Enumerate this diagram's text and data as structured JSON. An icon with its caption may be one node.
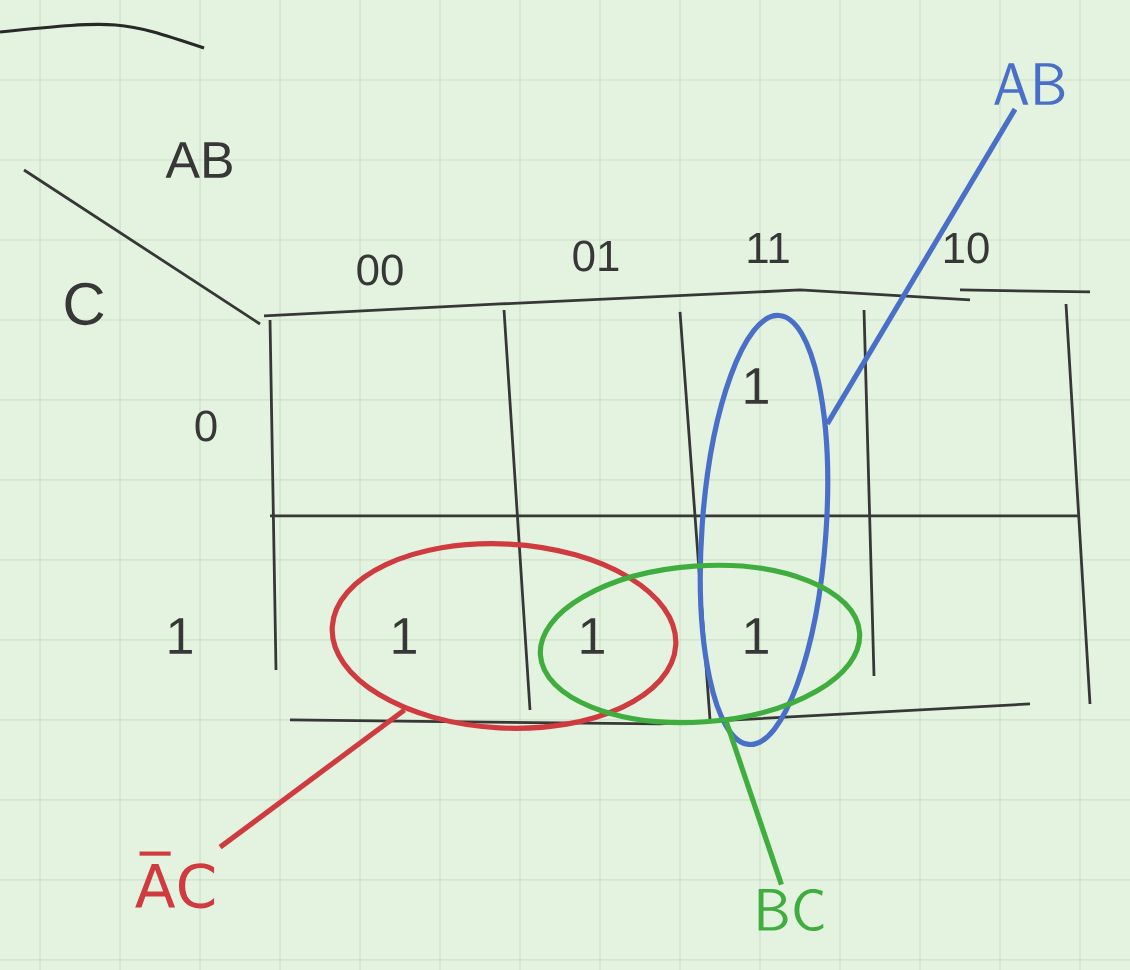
{
  "diagram": {
    "nodes": [
      {
        "text": [
          "AB"
        ]
      },
      {
        "text": [],
        "shape": "ellipse"
      },
      {
        "text": [],
        "shape": "ellipse"
      },
      {
        "text": [],
        "shape": "ellipse"
      },
      {
        "text": [
          "A̅C"
        ]
      },
      {
        "text": [
          "BC"
        ]
      }
    ],
    "edges": [
      {
        "from": 0,
        "to": 1,
        "arrow": "none",
        "color": "#4a6fc9"
      },
      {
        "from": 4,
        "to": 2,
        "arrow": "none",
        "color": "#cf3b3f"
      },
      {
        "from": 5,
        "to": 3,
        "arrow": "none",
        "color": "#3fae3f"
      }
    ],
    "labels": [
      "AB",
      "C",
      "00",
      "01",
      "11",
      "10",
      "0",
      "1",
      "1",
      "1",
      "1",
      "1"
    ]
  }
}
